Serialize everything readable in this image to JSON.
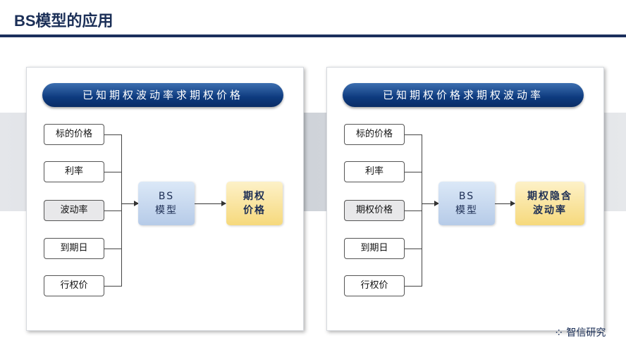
{
  "title": "BS模型的应用",
  "left": {
    "header": "已知期权波动率求期权价格",
    "inputs": [
      "标的价格",
      "利率",
      "波动率",
      "到期日",
      "行权价"
    ],
    "model_line1": "BS",
    "model_line2": "模型",
    "result_line1": "期权",
    "result_line2": "价格"
  },
  "right": {
    "header": "已知期权价格求期权波动率",
    "inputs": [
      "标的价格",
      "利率",
      "期权价格",
      "到期日",
      "行权价"
    ],
    "model_line1": "BS",
    "model_line2": "模型",
    "result_line1": "期权隐含",
    "result_line2": "波动率"
  },
  "logo": {
    "text": "智信研究",
    "icon": "logo-dots-icon"
  },
  "colors": {
    "navy": "#1b2f5c",
    "pill": "#0d3a7e",
    "model": "#b6cbe8",
    "result": "#f6d97c"
  }
}
